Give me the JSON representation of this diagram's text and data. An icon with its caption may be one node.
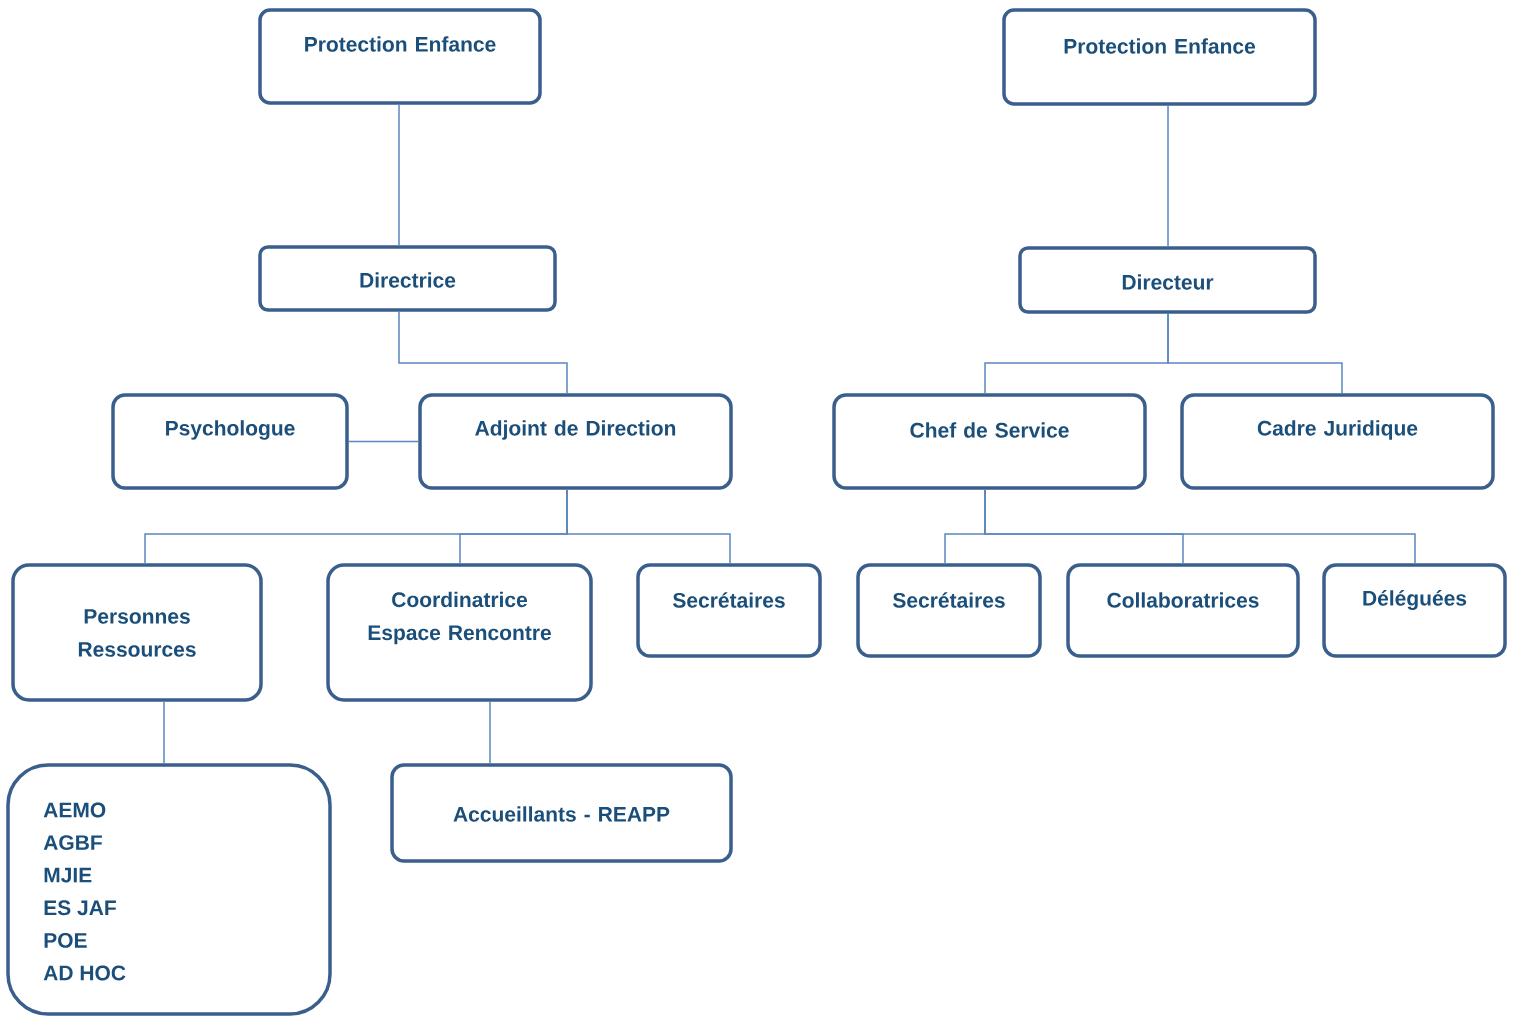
{
  "diagram": {
    "nodes": [
      {
        "text": [
          "Protection Enfance"
        ]
      },
      {
        "text": [
          "Directrice"
        ]
      },
      {
        "text": [
          "Psychologue"
        ]
      },
      {
        "text": [
          "Adjoint de Direction"
        ]
      },
      {
        "text": [
          "Personnes Ressources"
        ]
      },
      {
        "text": [
          "Coordinatrice Espace Rencontre"
        ]
      },
      {
        "text": [
          "Secrétaires"
        ]
      },
      {
        "text": [
          "AEMO",
          "AGBF",
          "MJIE",
          "ES JAF",
          "POE",
          "AD HOC"
        ]
      },
      {
        "text": [
          "Accueillants - REAPP"
        ]
      },
      {
        "text": [
          "Protection Enfance"
        ]
      },
      {
        "text": [
          "Directeur"
        ]
      },
      {
        "text": [
          "Chef de Service"
        ]
      },
      {
        "text": [
          "Cadre Juridique"
        ]
      },
      {
        "text": [
          "Secrétaires"
        ]
      },
      {
        "text": [
          "Collaboratrices"
        ]
      },
      {
        "text": [
          "Déléguées"
        ]
      }
    ],
    "edges": [
      {
        "from": 0,
        "to": 1,
        "arrow": "none"
      },
      {
        "from": 1,
        "to": 3,
        "arrow": "none"
      },
      {
        "from": 3,
        "to": 2,
        "arrow": "none"
      },
      {
        "from": 3,
        "to": 4,
        "arrow": "none"
      },
      {
        "from": 3,
        "to": 5,
        "arrow": "none"
      },
      {
        "from": 3,
        "to": 6,
        "arrow": "none"
      },
      {
        "from": 4,
        "to": 7,
        "arrow": "none"
      },
      {
        "from": 5,
        "to": 8,
        "arrow": "none"
      },
      {
        "from": 9,
        "to": 10,
        "arrow": "none"
      },
      {
        "from": 10,
        "to": 11,
        "arrow": "none"
      },
      {
        "from": 10,
        "to": 12,
        "arrow": "none"
      },
      {
        "from": 11,
        "to": 13,
        "arrow": "none"
      },
      {
        "from": 11,
        "to": 14,
        "arrow": "none"
      },
      {
        "from": 11,
        "to": 15,
        "arrow": "none"
      }
    ]
  }
}
